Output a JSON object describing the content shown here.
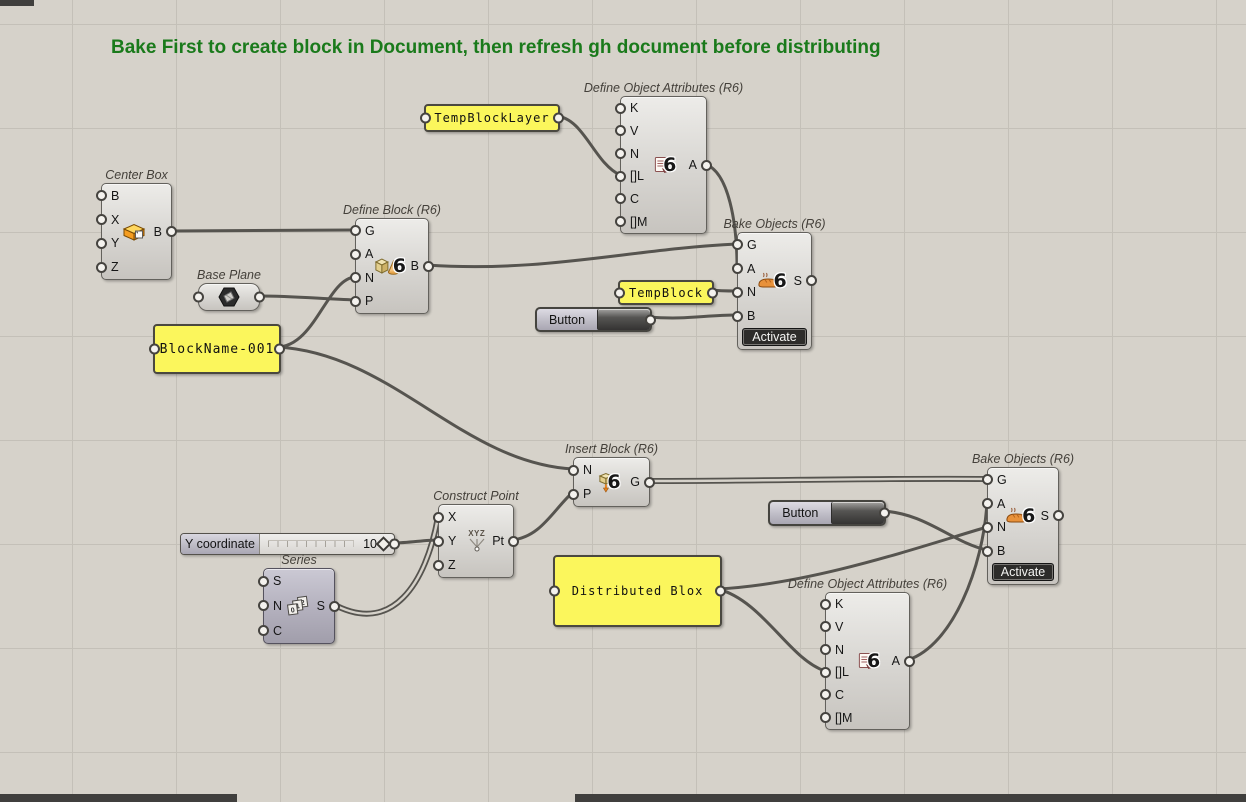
{
  "note": {
    "text": "Bake First to create block in Document, then refresh gh document before distributing"
  },
  "components": {
    "center_box": {
      "title": "Center Box",
      "inputs": [
        "B",
        "X",
        "Y",
        "Z"
      ],
      "output": "B"
    },
    "base_plane": {
      "title": "Base Plane"
    },
    "define_block": {
      "title": "Define Block (R6)",
      "inputs": [
        "G",
        "A",
        "N",
        "P"
      ],
      "output": "B",
      "badge": "6"
    },
    "define_object_attributes_1": {
      "title": "Define Object Attributes (R6)",
      "inputs": [
        "K",
        "V",
        "N",
        "[]L",
        "C",
        "[]M"
      ],
      "output": "A",
      "badge": "6"
    },
    "bake_objects_1": {
      "title": "Bake Objects (R6)",
      "inputs": [
        "G",
        "A",
        "N",
        "B"
      ],
      "output": "S",
      "badge": "6",
      "activate_label": "Activate"
    },
    "insert_block": {
      "title": "Insert Block (R6)",
      "inputs": [
        "N",
        "P"
      ],
      "output": "G",
      "badge": "6"
    },
    "construct_point": {
      "title": "Construct Point",
      "inputs": [
        "X",
        "Y",
        "Z"
      ],
      "output": "Pt",
      "icon_text": "XYZ"
    },
    "series": {
      "title": "Series",
      "inputs": [
        "S",
        "N",
        "C"
      ],
      "output": "S"
    },
    "define_object_attributes_2": {
      "title": "Define Object Attributes (R6)",
      "inputs": [
        "K",
        "V",
        "N",
        "[]L",
        "C",
        "[]M"
      ],
      "output": "A",
      "badge": "6"
    },
    "bake_objects_2": {
      "title": "Bake Objects (R6)",
      "inputs": [
        "G",
        "A",
        "N",
        "B"
      ],
      "output": "S",
      "badge": "6",
      "activate_label": "Activate"
    }
  },
  "panels": {
    "temp_block_layer": {
      "text": "TempBlockLayer"
    },
    "block_name": {
      "text": "BlockName-001"
    },
    "temp_block": {
      "text": "TempBlock"
    },
    "distributed_blox": {
      "text": "Distributed Blox"
    }
  },
  "buttons": {
    "button_1": {
      "label": "Button"
    },
    "button_2": {
      "label": "Button"
    }
  },
  "slider": {
    "label": "Y coordinate",
    "value": "10"
  },
  "colors": {
    "note_green": "#1a7a1b",
    "panel_yellow": "#fbf65c",
    "wire": "#56544f",
    "canvas": "#d6d2ca",
    "activate_bg": "#2d2c2a"
  }
}
